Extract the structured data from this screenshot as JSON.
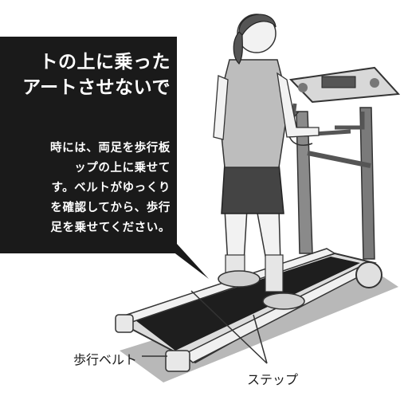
{
  "callout": {
    "heading_line1": "トの上に乗った",
    "heading_line2": "アートさせないで",
    "body_line1": "時には、両足を歩行板",
    "body_line2": "ップの上に乗せて",
    "body_line3": "す。ベルトがゆっくり",
    "body_line4": "を確認してから、歩行",
    "body_line5": "足を乗せてください。"
  },
  "labels": {
    "belt": "歩行ベルト",
    "step": "ステップ"
  }
}
